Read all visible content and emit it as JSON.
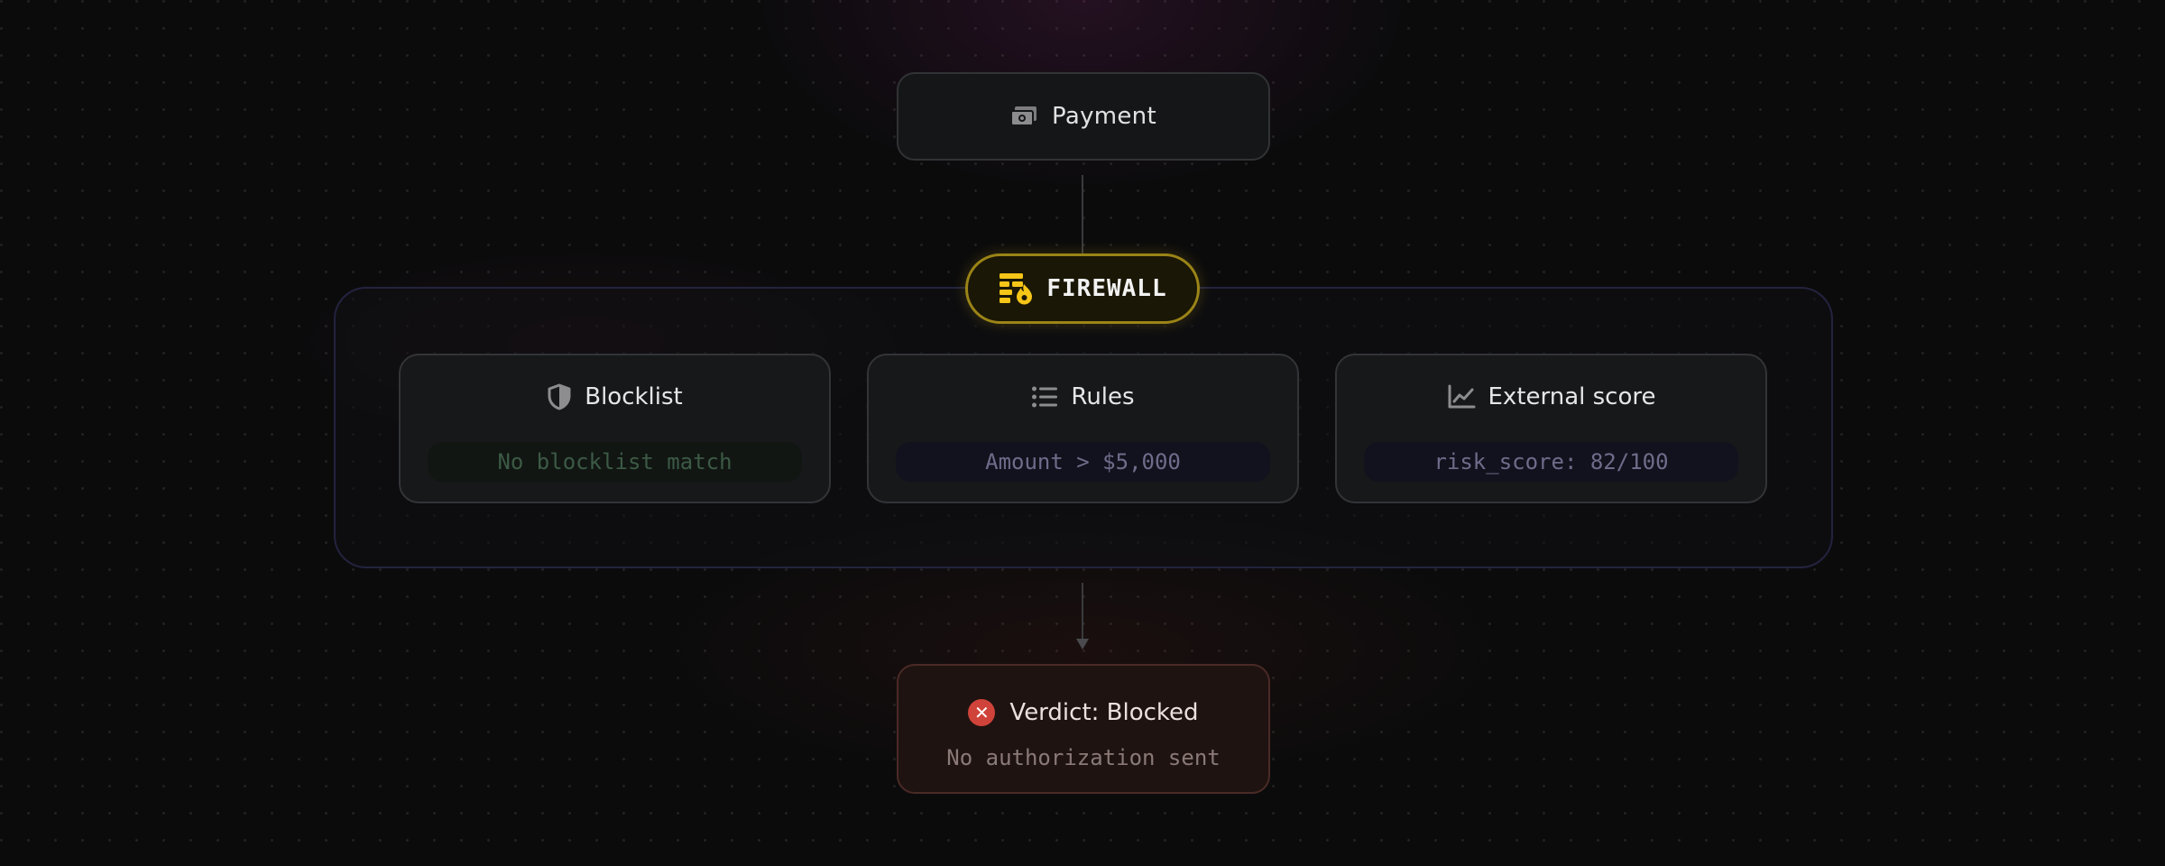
{
  "payment": {
    "label": "Payment",
    "icon": "money-icon"
  },
  "firewall": {
    "label": "FIREWALL",
    "icon": "firewall-icon",
    "accent": "#f5c518"
  },
  "checks": [
    {
      "title": "Blocklist",
      "icon": "shield-icon",
      "result": "No blocklist match"
    },
    {
      "title": "Rules",
      "icon": "list-icon",
      "result": "Amount > $5,000"
    },
    {
      "title": "External score",
      "icon": "chart-line-icon",
      "result": "risk_score: 82/100"
    }
  ],
  "verdict": {
    "title": "Verdict: Blocked",
    "subtitle": "No authorization sent",
    "icon": "x-circle-icon",
    "color": "#d0433a"
  }
}
